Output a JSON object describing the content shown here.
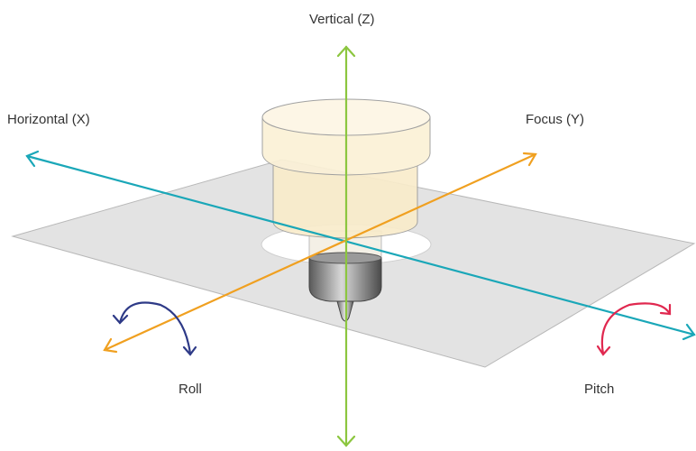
{
  "labels": {
    "vertical": "Vertical (Z)",
    "horizontal": "Horizontal (X)",
    "focus": "Focus (Y)",
    "roll": "Roll",
    "pitch": "Pitch"
  },
  "colors": {
    "vertical_axis": "#8cc63f",
    "horizontal_axis": "#1aa7b8",
    "focus_axis": "#f0a020",
    "roll_arrow": "#2e3a87",
    "pitch_arrow": "#e0284f",
    "plane_fill": "#e3e3e3",
    "cylinder_fill": "#f9eccb"
  },
  "icons": {
    "objective": "microscope-objective-icon"
  }
}
